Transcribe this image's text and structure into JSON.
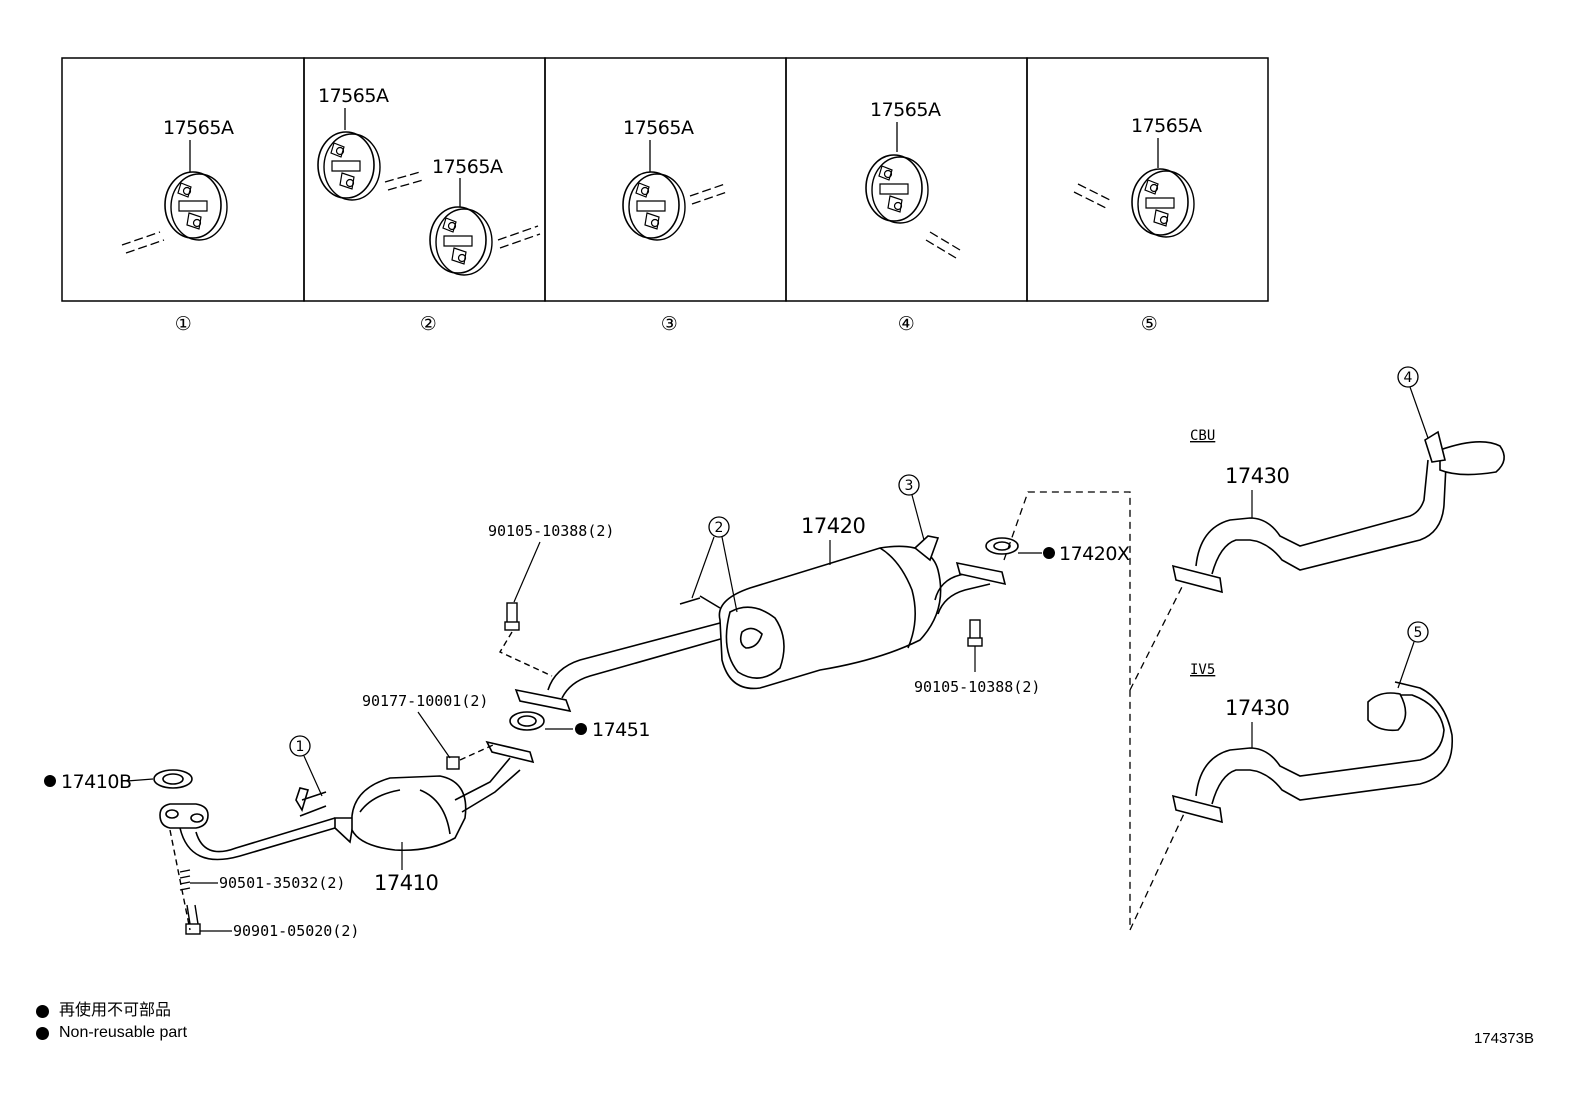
{
  "panels": [
    {
      "num": "①",
      "parts": [
        "17565A"
      ]
    },
    {
      "num": "②",
      "parts": [
        "17565A",
        "17565A"
      ]
    },
    {
      "num": "③",
      "parts": [
        "17565A"
      ]
    },
    {
      "num": "④",
      "parts": [
        "17565A"
      ]
    },
    {
      "num": "⑤",
      "parts": [
        "17565A"
      ]
    }
  ],
  "callouts": {
    "c1": "1",
    "c2": "2",
    "c3": "3",
    "c4": "4",
    "c5": "5"
  },
  "parts": {
    "p17410B": "17410B",
    "p17410": "17410",
    "p90501": "90501-35032(2)",
    "p90901": "90901-05020(2)",
    "p90177": "90177-10001(2)",
    "p17451": "17451",
    "p90105a": "90105-10388(2)",
    "p17420": "17420",
    "p17420X": "17420X",
    "p90105b": "90105-10388(2)",
    "p17430a": "17430",
    "p17430b": "17430"
  },
  "variants": {
    "cbu": "CBU",
    "iv5": "IV5"
  },
  "legend": {
    "line1": "再使用不可部品",
    "line2": "Non-reusable part"
  },
  "figure_id": "174373B"
}
